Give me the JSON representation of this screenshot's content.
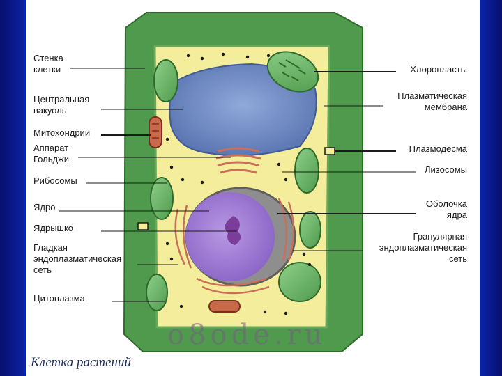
{
  "labels_left": [
    {
      "id": "cell-wall",
      "lines": [
        "Стенка",
        "клетки"
      ]
    },
    {
      "id": "central-vacuole",
      "lines": [
        "Центральная",
        "вакуоль"
      ]
    },
    {
      "id": "mitochondria",
      "lines": [
        "Митохондрии"
      ]
    },
    {
      "id": "golgi",
      "lines": [
        "Аппарат",
        "Гольджи"
      ]
    },
    {
      "id": "ribosomes",
      "lines": [
        "Рибосомы"
      ]
    },
    {
      "id": "nucleus",
      "lines": [
        "Ядро"
      ]
    },
    {
      "id": "nucleolus",
      "lines": [
        "Ядрышко"
      ]
    },
    {
      "id": "smooth-er",
      "lines": [
        "Гладкая",
        "эндоплазматическая",
        "сеть"
      ]
    },
    {
      "id": "cytoplasm",
      "lines": [
        "Цитоплазма"
      ]
    }
  ],
  "labels_right": [
    {
      "id": "chloroplasts",
      "lines": [
        "Хлоропласты"
      ]
    },
    {
      "id": "plasma-membrane",
      "lines": [
        "Плазматическая",
        "мембрана"
      ]
    },
    {
      "id": "plasmodesma",
      "lines": [
        "Плазмодесма"
      ]
    },
    {
      "id": "lysosomes",
      "lines": [
        "Лизосомы"
      ]
    },
    {
      "id": "nuclear-envelope",
      "lines": [
        "Оболочка",
        "ядра"
      ]
    },
    {
      "id": "rough-er",
      "lines": [
        "Гранулярная",
        "эндоплазматическая",
        "сеть"
      ]
    }
  ],
  "watermark": "o8ode.ru",
  "caption": "Клетка растений",
  "colors": {
    "background": "#0a1a8c",
    "cell_wall": "#5fa85a",
    "cytoplasm": "#f3ed9c",
    "vacuole": "#8aa6d8",
    "nucleus": "#a07fd0",
    "chloroplast": "#7cc07a",
    "mitochondria": "#c86a4a"
  }
}
